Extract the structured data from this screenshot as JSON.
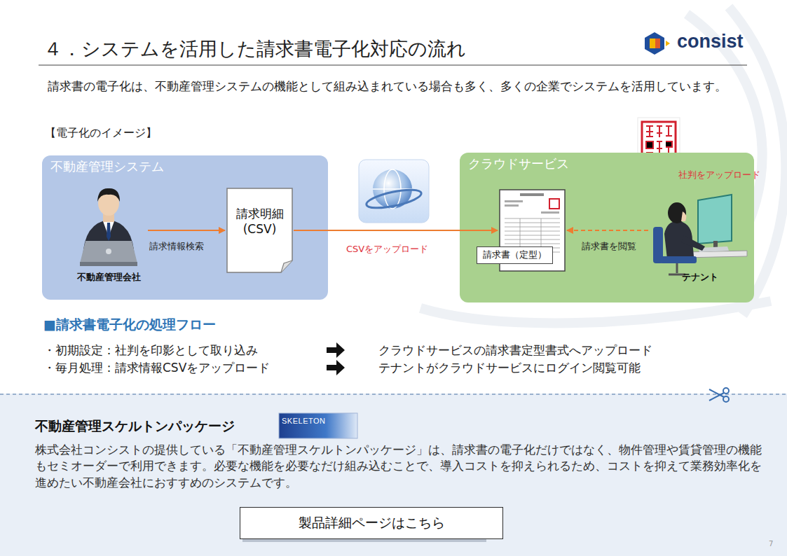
{
  "diagram": {
    "title": "４．システムを活用した請求書電子化対応の流れ",
    "nodes": [
      {
        "text": [
          "不動産管理システム"
        ]
      },
      {
        "text": [
          "不動産管理会社"
        ],
        "in": 0
      },
      {
        "text": [
          "請求明細 (CSV)"
        ],
        "in": 0
      },
      {
        "text": [
          "クラウドサービス"
        ]
      },
      {
        "text": [
          "請求書（定型）"
        ],
        "in": 3
      },
      {
        "text": [
          "テナント"
        ],
        "in": 3
      },
      {
        "text": [
          "製品詳細ページはこちら"
        ]
      }
    ],
    "edges": [
      {
        "from": 1,
        "to": 2,
        "arrow": "to",
        "label": "請求情報検索"
      },
      {
        "from": 2,
        "to": 4,
        "arrow": "to",
        "label": "CSVをアップロード"
      },
      {
        "from": 5,
        "to": 4,
        "arrow": "to",
        "label": "請求書を閲覧"
      }
    ],
    "labels": [
      "consist",
      "請求書の電子化は、不動産管理システムの機能として組み込まれている場合も多く、多くの企業でシステムを活用しています。",
      "【電子化のイメージ】",
      "社判をアップロード",
      "■請求書電子化の処理フロー",
      "・初期設定：社判を印影として取り込み",
      "クラウドサービスの請求書定型書式へアップロード",
      "・毎月処理：請求情報CSVをアップロード",
      "テナントがクラウドサービスにログイン閲覧可能",
      "不動産管理スケルトンパッケージ",
      "SKELETON",
      "株式会社コンシストの提供している「不動産管理スケルトンパッケージ」は、請求書の電子化だけではなく、物件管理や賃貸管理の機能もセミオーダーで利用できます。必要な機能を必要なだけ組み込むことで、導入コストを抑えられるため、コストを抑えて業務効率化を進めたい不動産会社におすすめのシステムです。",
      "7"
    ]
  }
}
